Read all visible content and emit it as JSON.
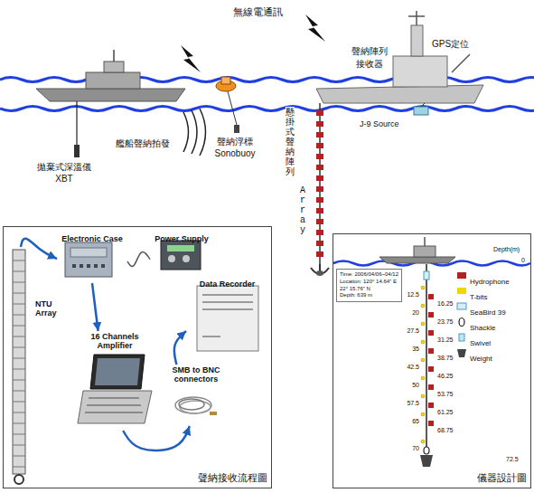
{
  "diagram": {
    "nodes": [
      {
        "text": [
          "聲納接收流程圖"
        ]
      },
      {
        "text": [
          "NTU Array"
        ],
        "in": 0
      },
      {
        "text": [
          "Electronic Case"
        ],
        "in": 0
      },
      {
        "text": [
          "Power Supply"
        ],
        "in": 0
      },
      {
        "text": [
          "Data Recorder"
        ],
        "in": 0
      },
      {
        "text": [
          "16 Channels Amplifier"
        ],
        "in": 0
      },
      {
        "text": [
          "SMB to BNC connectors"
        ],
        "in": 0
      },
      {
        "text": [
          "儀器設計圖"
        ]
      },
      {
        "text": [
          "Time: 2006/04/06~04/12",
          "Location: 120° 14.64\" E",
          "22° 15.76\" N",
          "Depth: 639 m"
        ],
        "in": 7
      }
    ],
    "edges": [
      {
        "from": 1,
        "to": 2,
        "arrow": "to"
      },
      {
        "from": 2,
        "to": 5,
        "arrow": "to"
      },
      {
        "from": 5,
        "to": 6,
        "arrow": "to"
      },
      {
        "from": 6,
        "to": 4,
        "arrow": "to"
      },
      {
        "from": 2,
        "to": 3,
        "arrow": "none"
      }
    ],
    "labels": [
      "無線電通訊",
      "GPS定位",
      "聲納陣列 接收器",
      "艦船聲納拍發",
      "拋棄式深溫儀 XBT",
      "聲納浮標 Sonobuoy",
      "J-9 Source",
      "懸掛式聲納陣列",
      "Array",
      "Depth(m)",
      "0",
      "12.5",
      "20",
      "27.5",
      "35",
      "42.5",
      "50",
      "57.5",
      "65",
      "70",
      "16.25",
      "23.75",
      "31.25",
      "38.75",
      "46.25",
      "53.75",
      "61.25",
      "68.75",
      "72.5"
    ],
    "legend": [
      {
        "text": "Hydrophone",
        "color": "#b22222"
      },
      {
        "text": "T-bits",
        "color": "#f2d600"
      },
      {
        "text": "SeaBird 39"
      },
      {
        "text": "Shackle"
      },
      {
        "text": "Swivel"
      },
      {
        "text": "Weight"
      }
    ]
  }
}
